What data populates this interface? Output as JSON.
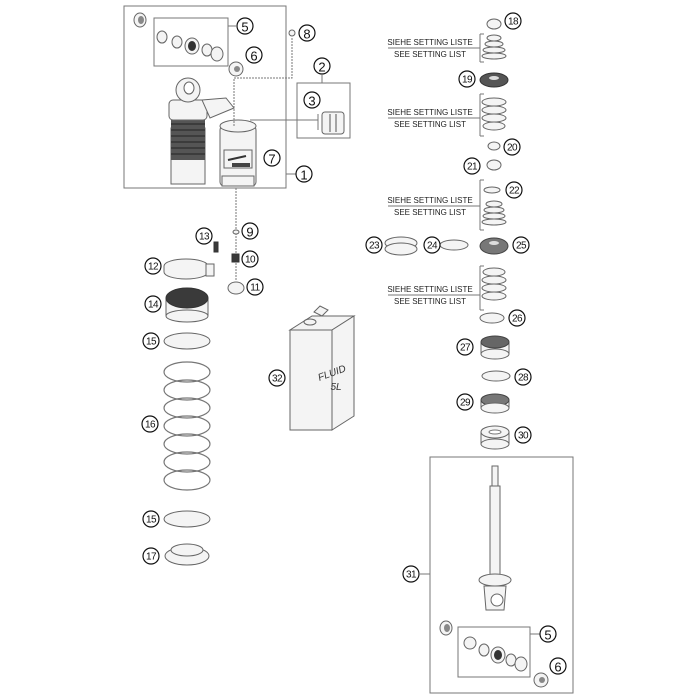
{
  "diagram": {
    "title": "Shock absorber exploded parts diagram",
    "callouts": [
      {
        "id": "1",
        "label": "1"
      },
      {
        "id": "2",
        "label": "2"
      },
      {
        "id": "3",
        "label": "3"
      },
      {
        "id": "5a",
        "label": "5"
      },
      {
        "id": "6a",
        "label": "6"
      },
      {
        "id": "7",
        "label": "7"
      },
      {
        "id": "8",
        "label": "8"
      },
      {
        "id": "9",
        "label": "9"
      },
      {
        "id": "10",
        "label": "10"
      },
      {
        "id": "11",
        "label": "11"
      },
      {
        "id": "12",
        "label": "12"
      },
      {
        "id": "13",
        "label": "13"
      },
      {
        "id": "14",
        "label": "14"
      },
      {
        "id": "15a",
        "label": "15"
      },
      {
        "id": "16",
        "label": "16"
      },
      {
        "id": "15b",
        "label": "15"
      },
      {
        "id": "17",
        "label": "17"
      },
      {
        "id": "18",
        "label": "18"
      },
      {
        "id": "19",
        "label": "19"
      },
      {
        "id": "20",
        "label": "20"
      },
      {
        "id": "21",
        "label": "21"
      },
      {
        "id": "22",
        "label": "22"
      },
      {
        "id": "23",
        "label": "23"
      },
      {
        "id": "24",
        "label": "24"
      },
      {
        "id": "25",
        "label": "25"
      },
      {
        "id": "26",
        "label": "26"
      },
      {
        "id": "27",
        "label": "27"
      },
      {
        "id": "28",
        "label": "28"
      },
      {
        "id": "29",
        "label": "29"
      },
      {
        "id": "30",
        "label": "30"
      },
      {
        "id": "31",
        "label": "31"
      },
      {
        "id": "5b",
        "label": "5"
      },
      {
        "id": "6b",
        "label": "6"
      },
      {
        "id": "32",
        "label": "32"
      }
    ],
    "setting_notes": [
      {
        "line1": "SIEHE SETTING LISTE",
        "line2": "SEE SETTING LIST"
      },
      {
        "line1": "SIEHE SETTING LISTE",
        "line2": "SEE SETTING LIST"
      },
      {
        "line1": "SIEHE SETTING LISTE",
        "line2": "SEE SETTING LIST"
      },
      {
        "line1": "SIEHE SETTING LISTE",
        "line2": "SEE SETTING LIST"
      }
    ],
    "fluid_can": {
      "line1": "FLUID",
      "line2": "5L"
    }
  }
}
